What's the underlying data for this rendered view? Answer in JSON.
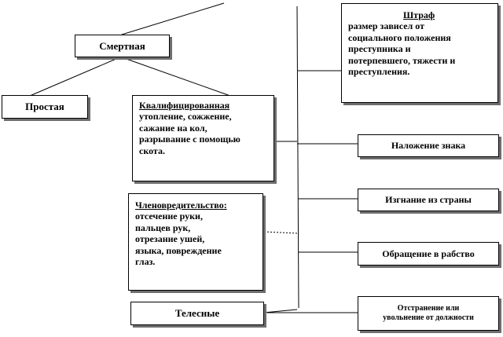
{
  "nodes": {
    "death": {
      "title": "Смертная"
    },
    "simple": {
      "title": "Простая"
    },
    "qualified": {
      "title": "Квалифицированная",
      "lines": [
        "утопление, сожжение,",
        "сажание на кол,",
        "разрывание с помощью",
        "скота."
      ]
    },
    "mutilation": {
      "title": "Членовредительство:",
      "lines": [
        "отсечение руки,",
        "пальцев рук,",
        "отрезание ушей,",
        "языка, повреждение",
        "глаз."
      ]
    },
    "corporal": {
      "title": "Телесные"
    },
    "fine": {
      "title": "Штраф",
      "lines": [
        "размер зависел от",
        "социального положения",
        "преступника и",
        "потерпевшего, тяжести и",
        "преступления."
      ]
    },
    "branding": {
      "title": "Наложение знака"
    },
    "exile": {
      "title": "Изгнание из страны"
    },
    "slavery": {
      "title": "Обращение в рабство"
    },
    "dismissal": {
      "lines": [
        "Отстранение или",
        "увольнение от должности"
      ]
    }
  }
}
